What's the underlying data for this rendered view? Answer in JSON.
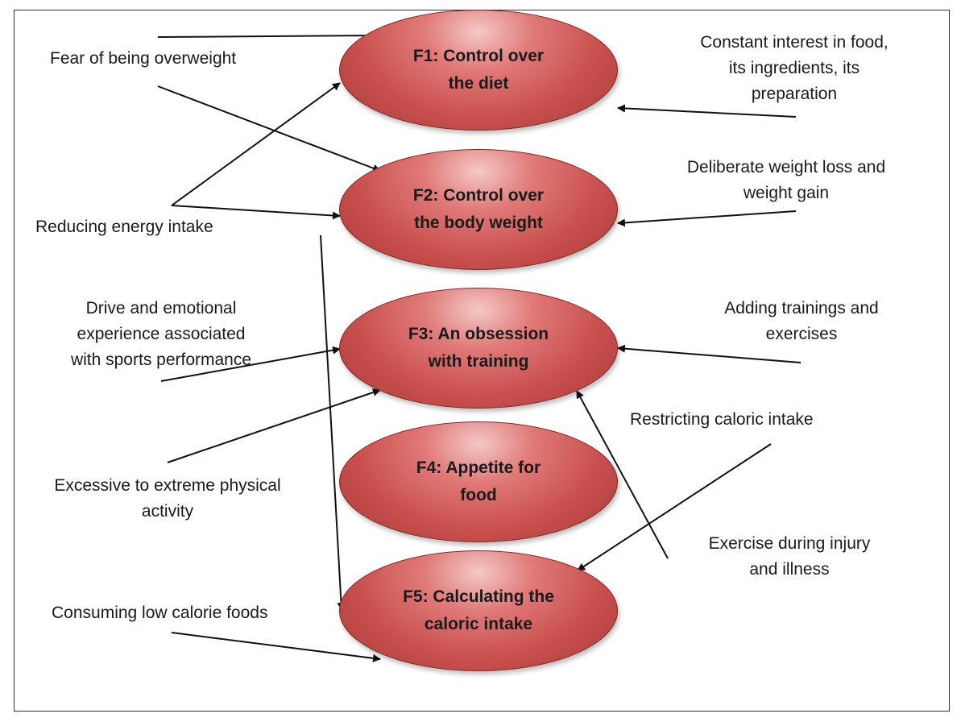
{
  "factors": [
    {
      "id": "F1",
      "text": "F1: Control over\nthe diet"
    },
    {
      "id": "F2",
      "text": "F2: Control over\nthe body weight"
    },
    {
      "id": "F3",
      "text": "F3: An obsession\nwith training"
    },
    {
      "id": "F4",
      "text": "F4: Appetite for\nfood"
    },
    {
      "id": "F5",
      "text": "F5: Calculating the\ncaloric intake"
    }
  ],
  "items": {
    "fear_overweight": "Fear of being overweight",
    "reducing_energy": "Reducing energy intake",
    "drive_emotional": "Drive and emotional\nexperience associated\nwith sports performance",
    "excessive_activity": "Excessive to extreme physical\nactivity",
    "low_calorie_foods": "Consuming low calorie foods",
    "interest_food": "Constant interest in food,\nits ingredients, its\npreparation",
    "weight_loss_gain": "Deliberate weight loss and\nweight gain",
    "adding_trainings": "Adding trainings and\nexercises",
    "restricting_caloric": "Restricting caloric intake",
    "exercise_injury": "Exercise during injury\nand illness"
  }
}
